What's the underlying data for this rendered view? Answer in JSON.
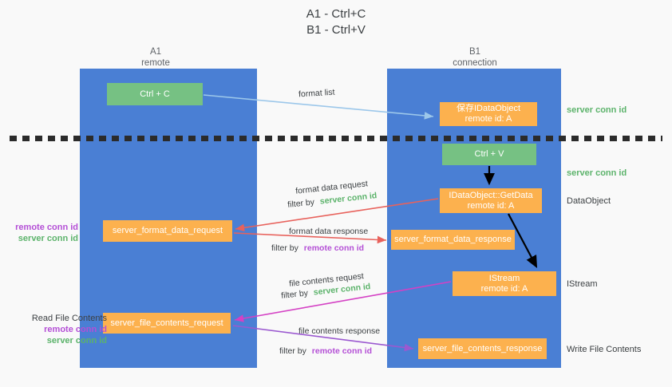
{
  "title": {
    "line1": "A1 - Ctrl+C",
    "line2": "B1 - Ctrl+V"
  },
  "columns": [
    {
      "name": "A1",
      "sub": "remote"
    },
    {
      "name": "B1",
      "sub": "connection"
    }
  ],
  "nodes": {
    "ctrl_c": "Ctrl + C",
    "ctrl_v": "Ctrl + V",
    "save_idataobject_l1": "保存IDataObject",
    "save_idataobject_l2": "remote id: A",
    "getdata_l1": "IDataObject::GetData",
    "getdata_l2": "remote id: A",
    "istream_l1": "IStream",
    "istream_l2": "remote id: A",
    "server_format_data_request": "server_format_data_request",
    "server_format_data_response": "server_format_data_response",
    "server_file_contents_request": "server_file_contents_request",
    "server_file_contents_response": "server_file_contents_response"
  },
  "edge_labels": {
    "format_list": "format list",
    "format_data_request": "format data request",
    "format_data_response": "format data response",
    "file_contents_request": "file contents request",
    "file_contents_response": "file contents response",
    "filter_by": "filter by",
    "server_conn_id": "server conn id",
    "remote_conn_id": "remote conn id"
  },
  "annotations": {
    "right": [
      "server conn id",
      "server conn id",
      "DataObject",
      "IStream",
      "Write File Contents"
    ],
    "left": {
      "read_file_contents": "Read File Contents",
      "remote_conn_id": "remote conn id",
      "server_conn_id": "server conn id"
    }
  },
  "colors": {
    "lane_blue": "#4a7fd4",
    "node_green": "#76c183",
    "node_orange": "#fcb14e",
    "conn_green_text": "#5cb36b",
    "conn_purple_text": "#b44fd6",
    "arrow_red": "#e8625c",
    "arrow_magenta": "#d441c4",
    "arrow_purple": "#9b59d0",
    "arrow_lightblue": "#9cc7ea",
    "arrow_black": "#000000",
    "background": "#f9f9f9"
  }
}
